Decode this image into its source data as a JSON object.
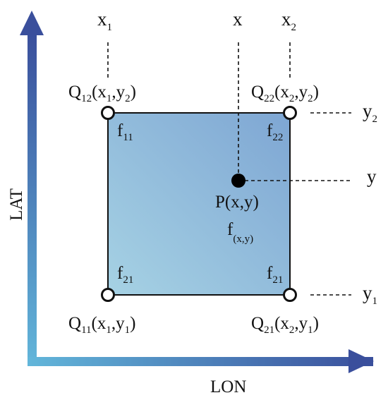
{
  "axes": {
    "horizontal_label": "LON",
    "vertical_label": "LAT"
  },
  "grid_labels": {
    "x1": {
      "base": "x",
      "sub": "1"
    },
    "x": {
      "base": "x"
    },
    "x2": {
      "base": "x",
      "sub": "2"
    },
    "y2": {
      "base": "y",
      "sub": "2"
    },
    "y": {
      "base": "y"
    },
    "y1": {
      "base": "y",
      "sub": "1"
    }
  },
  "corners": {
    "q12": {
      "name": "Q",
      "idx": "12",
      "x": "x",
      "xs": "1",
      "y": "y",
      "ys": "2",
      "f": "f",
      "fs": "11"
    },
    "q22": {
      "name": "Q",
      "idx": "22",
      "x": "x",
      "xs": "2",
      "y": "y",
      "ys": "2",
      "f": "f",
      "fs": "22"
    },
    "q11": {
      "name": "Q",
      "idx": "11",
      "x": "x",
      "xs": "1",
      "y": "y",
      "ys": "1",
      "f": "f",
      "fs": "21"
    },
    "q21": {
      "name": "Q",
      "idx": "21",
      "x": "x",
      "xs": "2",
      "y": "y",
      "ys": "1",
      "f": "f",
      "fs": "21"
    }
  },
  "point": {
    "label": "P(x,y)",
    "f": "f",
    "fs": "(x,y)"
  },
  "colors": {
    "arrow_start": "#62b6da",
    "arrow_end": "#3a4f9c",
    "cell_light": "#a6d2e4",
    "cell_dark": "#7ea6d3",
    "stroke": "#111111"
  }
}
